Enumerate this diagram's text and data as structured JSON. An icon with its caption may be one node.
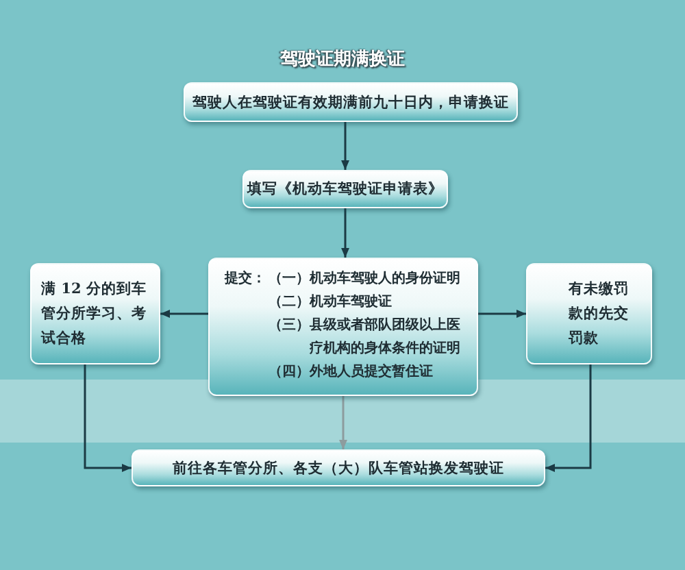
{
  "diagram": {
    "title": "驾驶证期满换证",
    "nodes": [
      {
        "text": [
          "驾驶人在驾驶证有效期满前九十日内，申请换证"
        ]
      },
      {
        "text": [
          "填写《机动车驾驶证申请表》"
        ]
      },
      {
        "text": [
          "提交：",
          "（一）机动车驾驶人的身份证明",
          "（二）机动车驾驶证",
          "（三）县级或者部队团级以上医疗机构的身体条件的证明",
          "（四）外地人员提交暂住证"
        ]
      },
      {
        "text": [
          "满 12 分的到车管分所学习、考试合格"
        ]
      },
      {
        "text": [
          "有未缴罚款的先交罚款"
        ]
      },
      {
        "text": [
          "前往各车管分所、各支（大）队车管站换发驾驶证"
        ]
      }
    ],
    "edges": [
      {
        "from": 0,
        "to": 1,
        "arrow": "to"
      },
      {
        "from": 1,
        "to": 2,
        "arrow": "to"
      },
      {
        "from": 2,
        "to": 3,
        "arrow": "to"
      },
      {
        "from": 2,
        "to": 4,
        "arrow": "to"
      },
      {
        "from": 3,
        "to": 5,
        "arrow": "to"
      },
      {
        "from": 4,
        "to": 5,
        "arrow": "to"
      },
      {
        "from": 2,
        "to": 5,
        "arrow": "to",
        "color": "#8d9c9e"
      }
    ]
  }
}
